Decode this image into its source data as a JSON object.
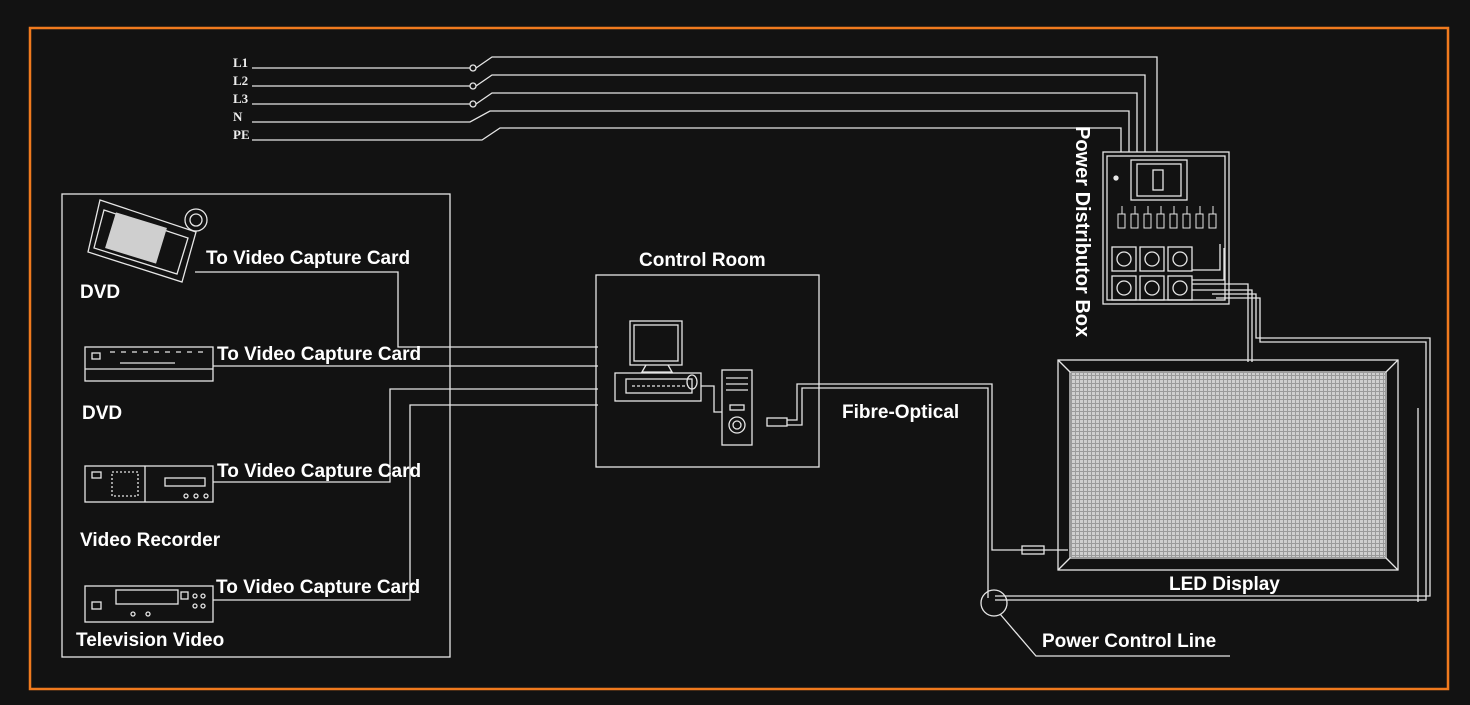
{
  "diagram": {
    "phase_labels": [
      "L1",
      "L2",
      "L3",
      "N",
      "PE"
    ],
    "sources": [
      {
        "device": "DVD",
        "connection": "To Video Capture Card"
      },
      {
        "device": "DVD",
        "connection": "To Video Capture Card"
      },
      {
        "device": "Video Recorder",
        "connection": "To Video Capture Card"
      },
      {
        "device": "Television Video",
        "connection": "To Video Capture Card"
      }
    ],
    "control_room": "Control Room",
    "fibre": "Fibre-Optical",
    "power_box": "Power Distributor Box",
    "led_display": "LED Display",
    "power_line": "Power Control Line"
  },
  "colors": {
    "background": "#121212",
    "frame": "#f07a1e",
    "line": "#e6e6e6",
    "text": "#ffffff"
  }
}
